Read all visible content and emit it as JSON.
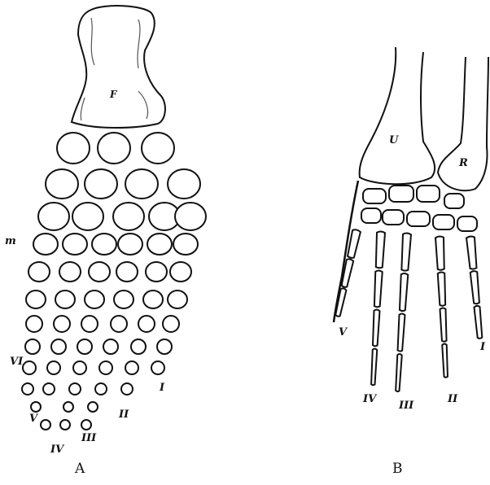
{
  "panel_a": {
    "caption": "A",
    "bone_labels": {
      "femur": "F",
      "marker": "m"
    },
    "digit_labels": [
      "I",
      "II",
      "III",
      "IV",
      "V",
      "VI"
    ]
  },
  "panel_b": {
    "caption": "B",
    "bone_labels": {
      "ulna": "U",
      "radius": "R"
    },
    "digit_labels": [
      "I",
      "II",
      "III",
      "IV",
      "V"
    ]
  },
  "colors": {
    "ink": "#111111",
    "paper": "#ffffff",
    "shade": "#8a8a8a"
  }
}
